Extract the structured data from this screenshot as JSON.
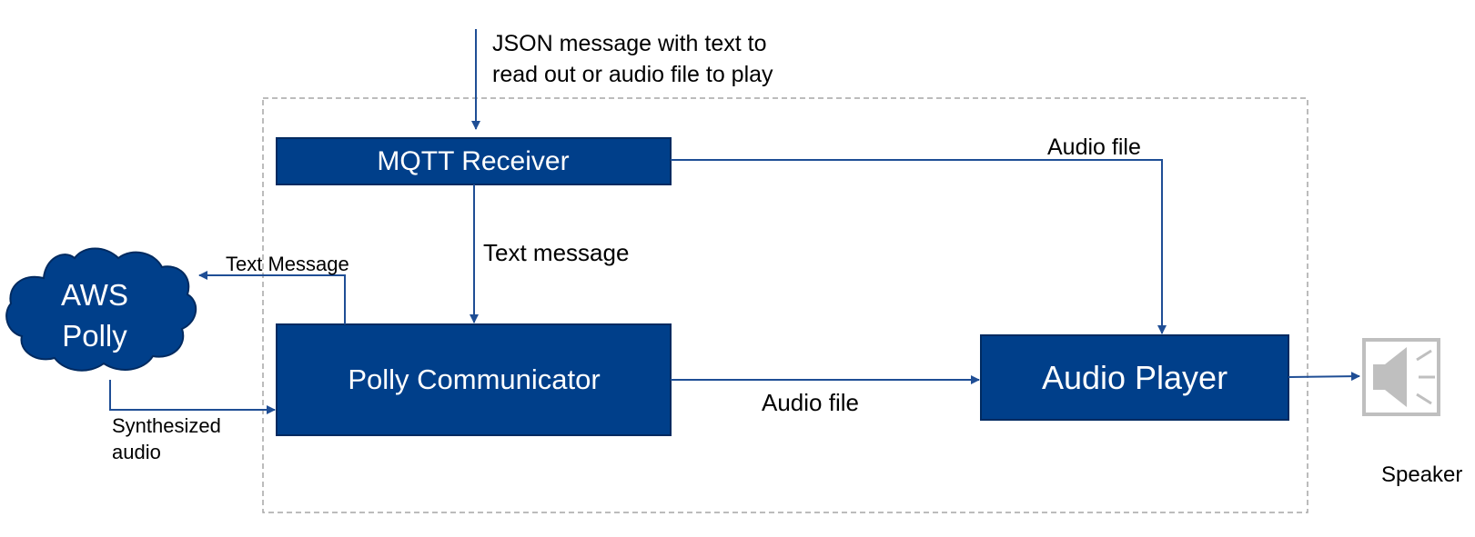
{
  "input_label": {
    "line1": "JSON message with text to",
    "line2": "read out or audio file to play"
  },
  "nodes": {
    "mqtt_receiver": "MQTT Receiver",
    "polly_communicator": "Polly Communicator",
    "audio_player": "Audio Player",
    "aws_polly": {
      "line1": "AWS",
      "line2": "Polly"
    },
    "speaker": "Speaker"
  },
  "edges": {
    "mqtt_to_player": "Audio file",
    "mqtt_to_communicator": "Text message",
    "communicator_to_polly": "Text Message",
    "polly_to_communicator": {
      "line1": "Synthesized",
      "line2": "audio"
    },
    "communicator_to_player": "Audio file"
  },
  "colors": {
    "box_fill": "#003f8a",
    "box_border": "#002a60",
    "arrow": "#1f4e95",
    "container_border": "#a6a6a6",
    "speaker_icon": "#bfbfbf"
  },
  "icons": {
    "speaker": "speaker-icon",
    "cloud": "cloud-shape"
  }
}
